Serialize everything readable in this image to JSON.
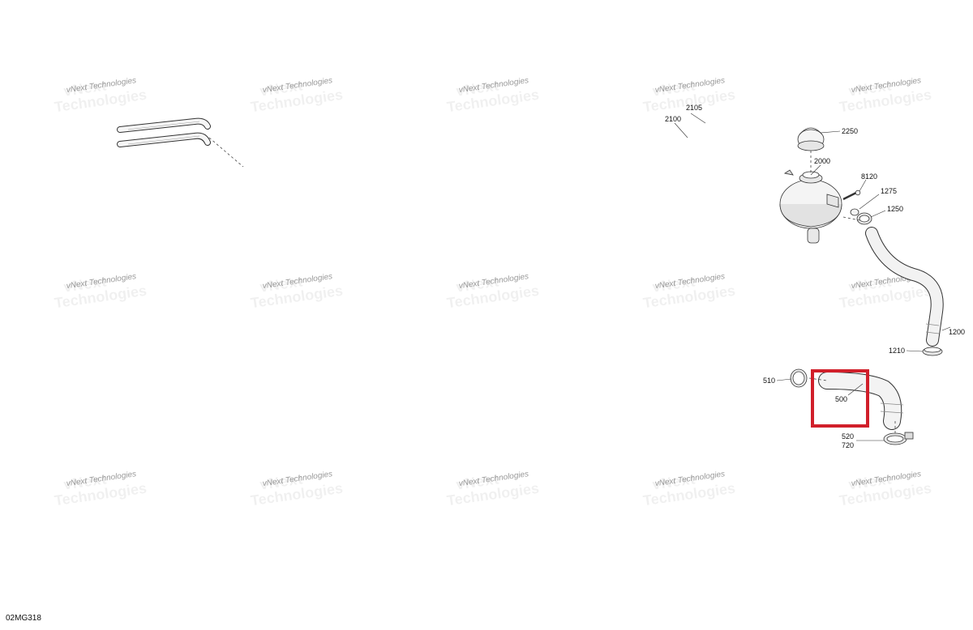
{
  "watermark": {
    "line1": "vNext",
    "line2": "Technologies",
    "line1_alt": "vNext Technologies",
    "count": 15
  },
  "parts": {
    "p2105": "2105",
    "p2100": "2100",
    "p2250": "2250",
    "p2000": "2000",
    "p8120": "8120",
    "p1275": "1275",
    "p1250": "1250",
    "p1200": "1200",
    "p1210": "1210",
    "p510": "510",
    "p500": "500",
    "p520": "520",
    "p720": "720"
  },
  "highlight": {
    "part": "500",
    "color": "#d11f2a"
  },
  "footer": {
    "code": "02MG318"
  }
}
